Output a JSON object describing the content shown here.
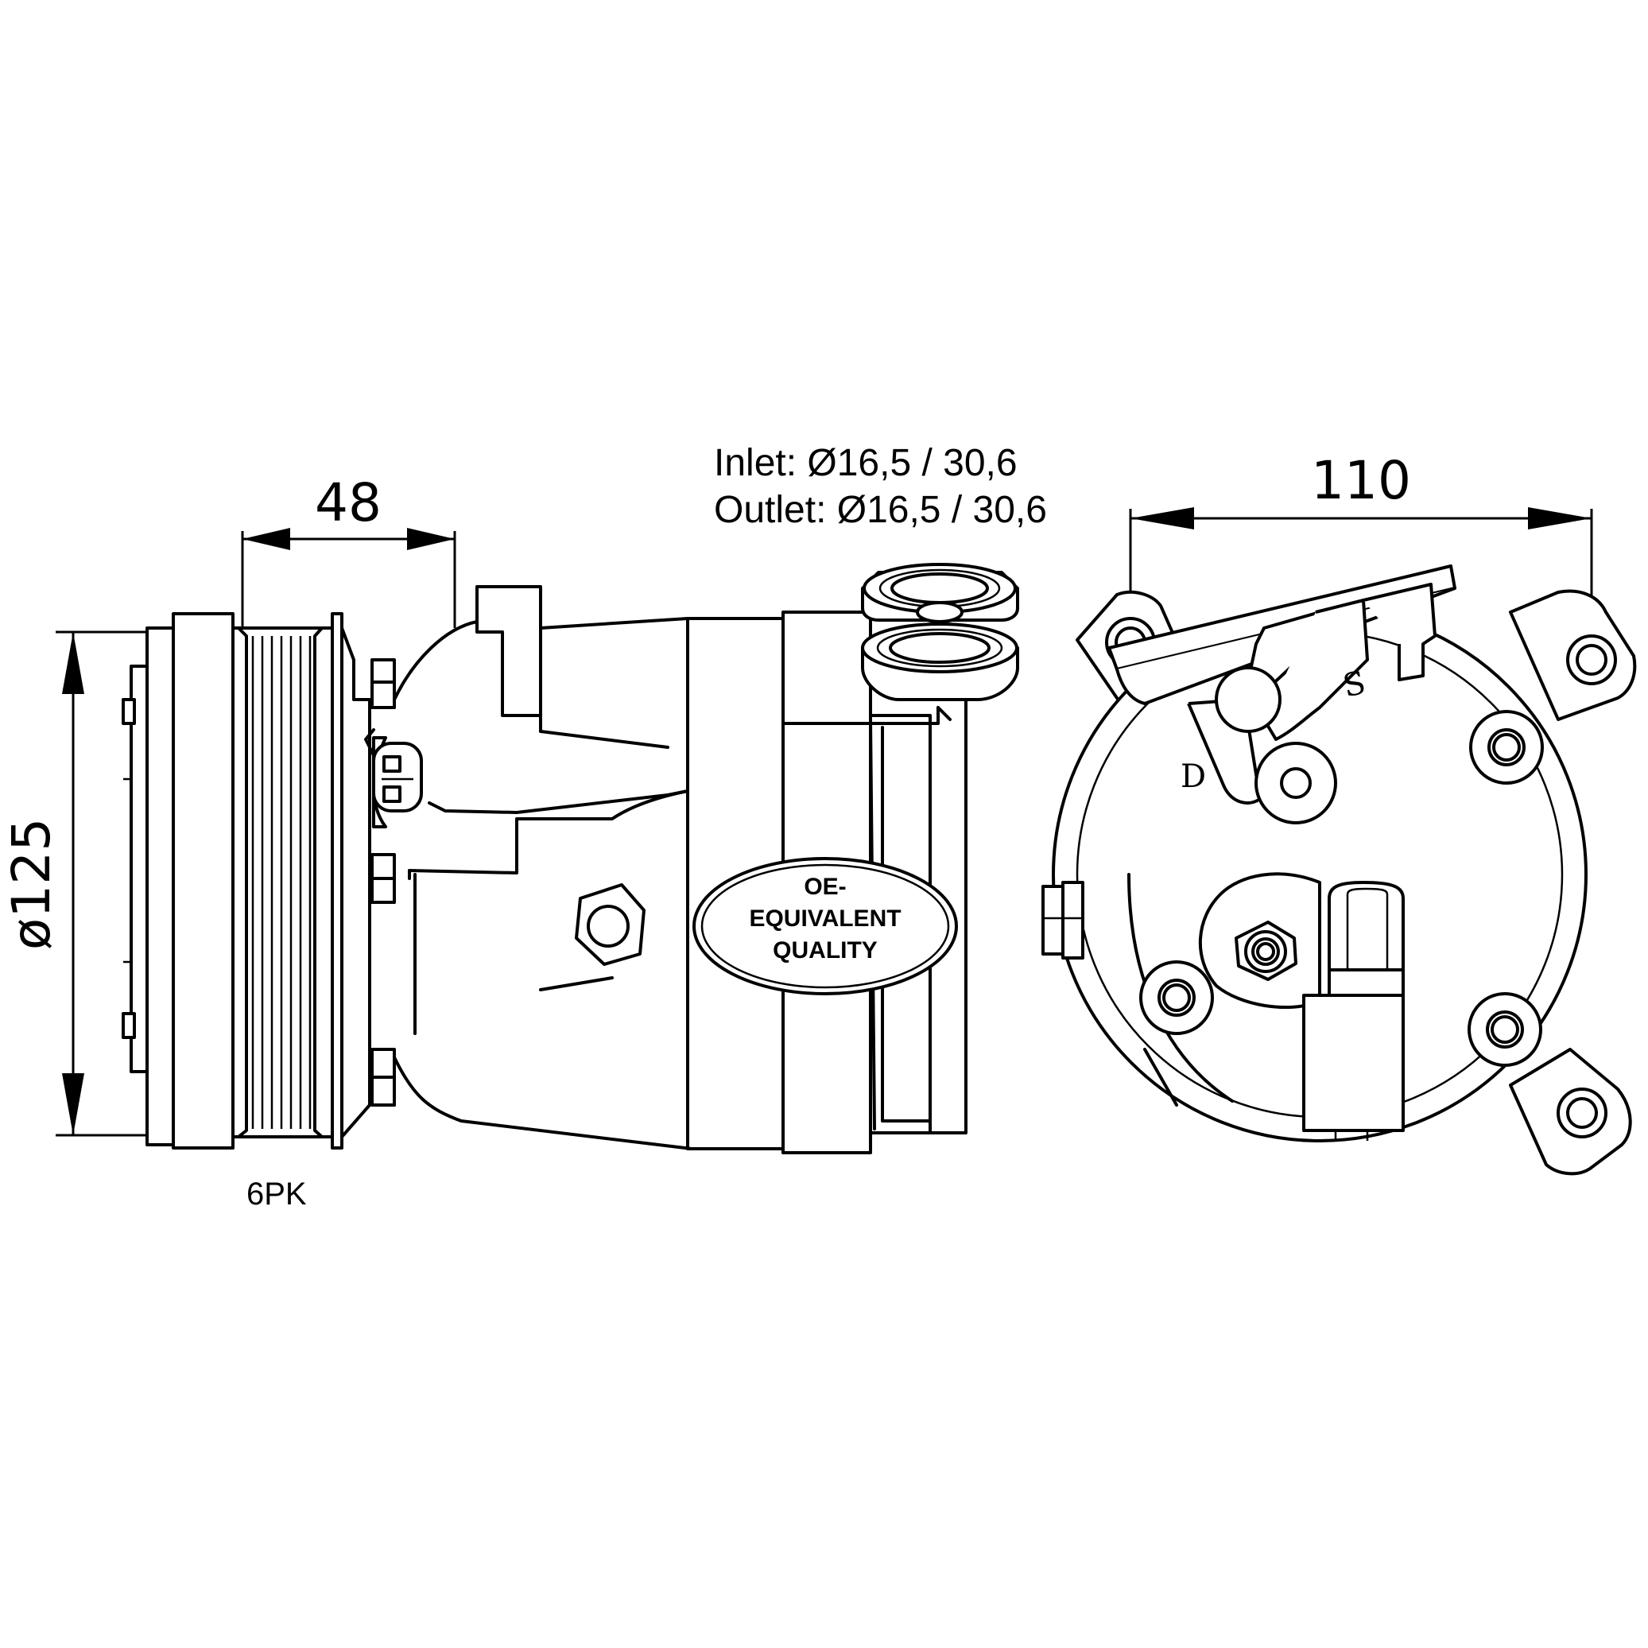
{
  "dimensions": {
    "pulley_width": "48",
    "pulley_diameter": "ø125",
    "mount_width": "110"
  },
  "specs": {
    "inlet": "Inlet: Ø16,5 / 30,6",
    "outlet": "Outlet: Ø16,5 / 30,6"
  },
  "belt": "6PK",
  "badge": {
    "line1": "OE-",
    "line2": "EQUIVALENT",
    "line3": "QUALITY"
  },
  "ports": {
    "discharge": "D",
    "suction": "S"
  }
}
